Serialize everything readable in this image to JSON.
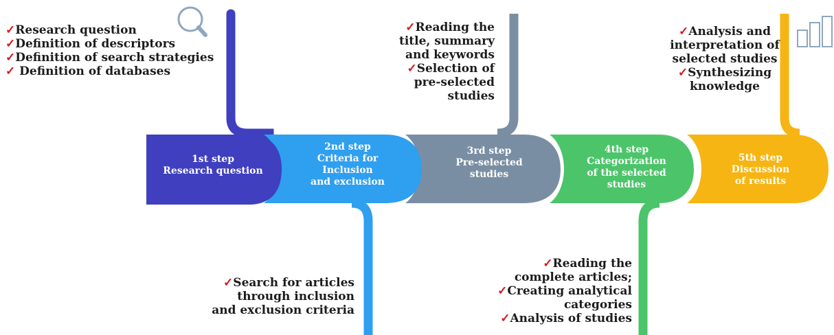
{
  "colors": {
    "step1": "#3f3fbf",
    "step2": "#2f9ff0",
    "step3": "#7a8ea3",
    "step4": "#4cc46a",
    "step5": "#f6b513",
    "check": "#d8181e",
    "icon": "#8fa6bf"
  },
  "icons": {
    "top_left": "magnifier-icon",
    "top_right": "bar-chart-icon",
    "bullet": "check-mark-icon"
  },
  "steps": [
    {
      "lines": [
        "1st step",
        "Research question"
      ]
    },
    {
      "lines": [
        "2nd step",
        "Criteria for",
        "Inclusion",
        "and exclusion"
      ]
    },
    {
      "lines": [
        "3rd step",
        "Pre-selected",
        "studies"
      ]
    },
    {
      "lines": [
        "4th step",
        "Categorization",
        "of the selected",
        "studies"
      ]
    },
    {
      "lines": [
        "5th step",
        "Discussion",
        "of results"
      ]
    }
  ],
  "notes": {
    "step1": [
      "Research question",
      "Definition of descriptors",
      "Definition of search strategies",
      " Definition of databases"
    ],
    "step2": [
      "Search for articles",
      "through inclusion",
      "and exclusion criteria"
    ],
    "step3": [
      "Reading the",
      "title, summary",
      "and keywords",
      "Selection of",
      "pre-selected",
      "studies"
    ],
    "step4": [
      "Reading the",
      "complete articles;",
      "Creating analytical",
      "categories",
      "Analysis of studies"
    ],
    "step5": [
      "Analysis and",
      "interpretation of",
      "selected studies",
      "Synthesizing",
      "knowledge"
    ]
  }
}
